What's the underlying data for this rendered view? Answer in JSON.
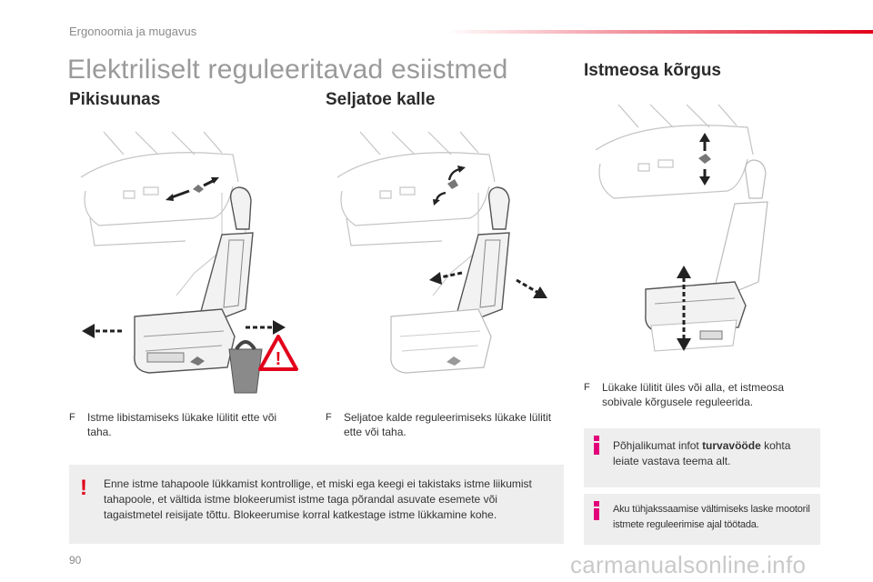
{
  "header": {
    "section": "Ergonoomia ja mugavus"
  },
  "title": "Elektriliselt reguleeritavad esiistmed",
  "sections": [
    {
      "id": "pikisuunas",
      "title": "Pikisuunas",
      "bullet_mark": "F",
      "text": "Istme libistamiseks lükake lülitit ette või taha."
    },
    {
      "id": "seljatoe",
      "title": "Seljatoe kalle",
      "bullet_mark": "F",
      "text": "Seljatoe kalde reguleerimiseks lükake lülitit ette või taha."
    },
    {
      "id": "istmeosa",
      "title": "Istmeosa kõrgus",
      "bullet_mark": "F",
      "text": "Lükake lülitit üles või alla, et istmeosa sobivale kõrgusele reguleerida."
    }
  ],
  "warning": {
    "icon": "!",
    "text": "Enne istme tahapoole lükkamist kontrollige, et miski ega keegi ei takistaks istme liikumist tahapoole, et vältida istme blokeerumist istme taga põrandal asuvate esemete või tagaistmetel reisijate tõttu. Blokeerumise korral katkestage istme lükkamine kohe."
  },
  "info1": {
    "before": "Põhjalikumat infot ",
    "bold": "turvavööde",
    "after": " kohta leiate vastava teema alt."
  },
  "info2": {
    "text": "Aku tühjakssaamise vältimiseks laske mootoril istmete reguleerimise ajal töötada."
  },
  "page_number": "90",
  "watermark": "carmanualsonline.info",
  "colors": {
    "accent_red": "#e2001a",
    "info_magenta": "#e2007a",
    "title_gray": "#9a9a9a",
    "box_bg": "#eeeeee"
  }
}
